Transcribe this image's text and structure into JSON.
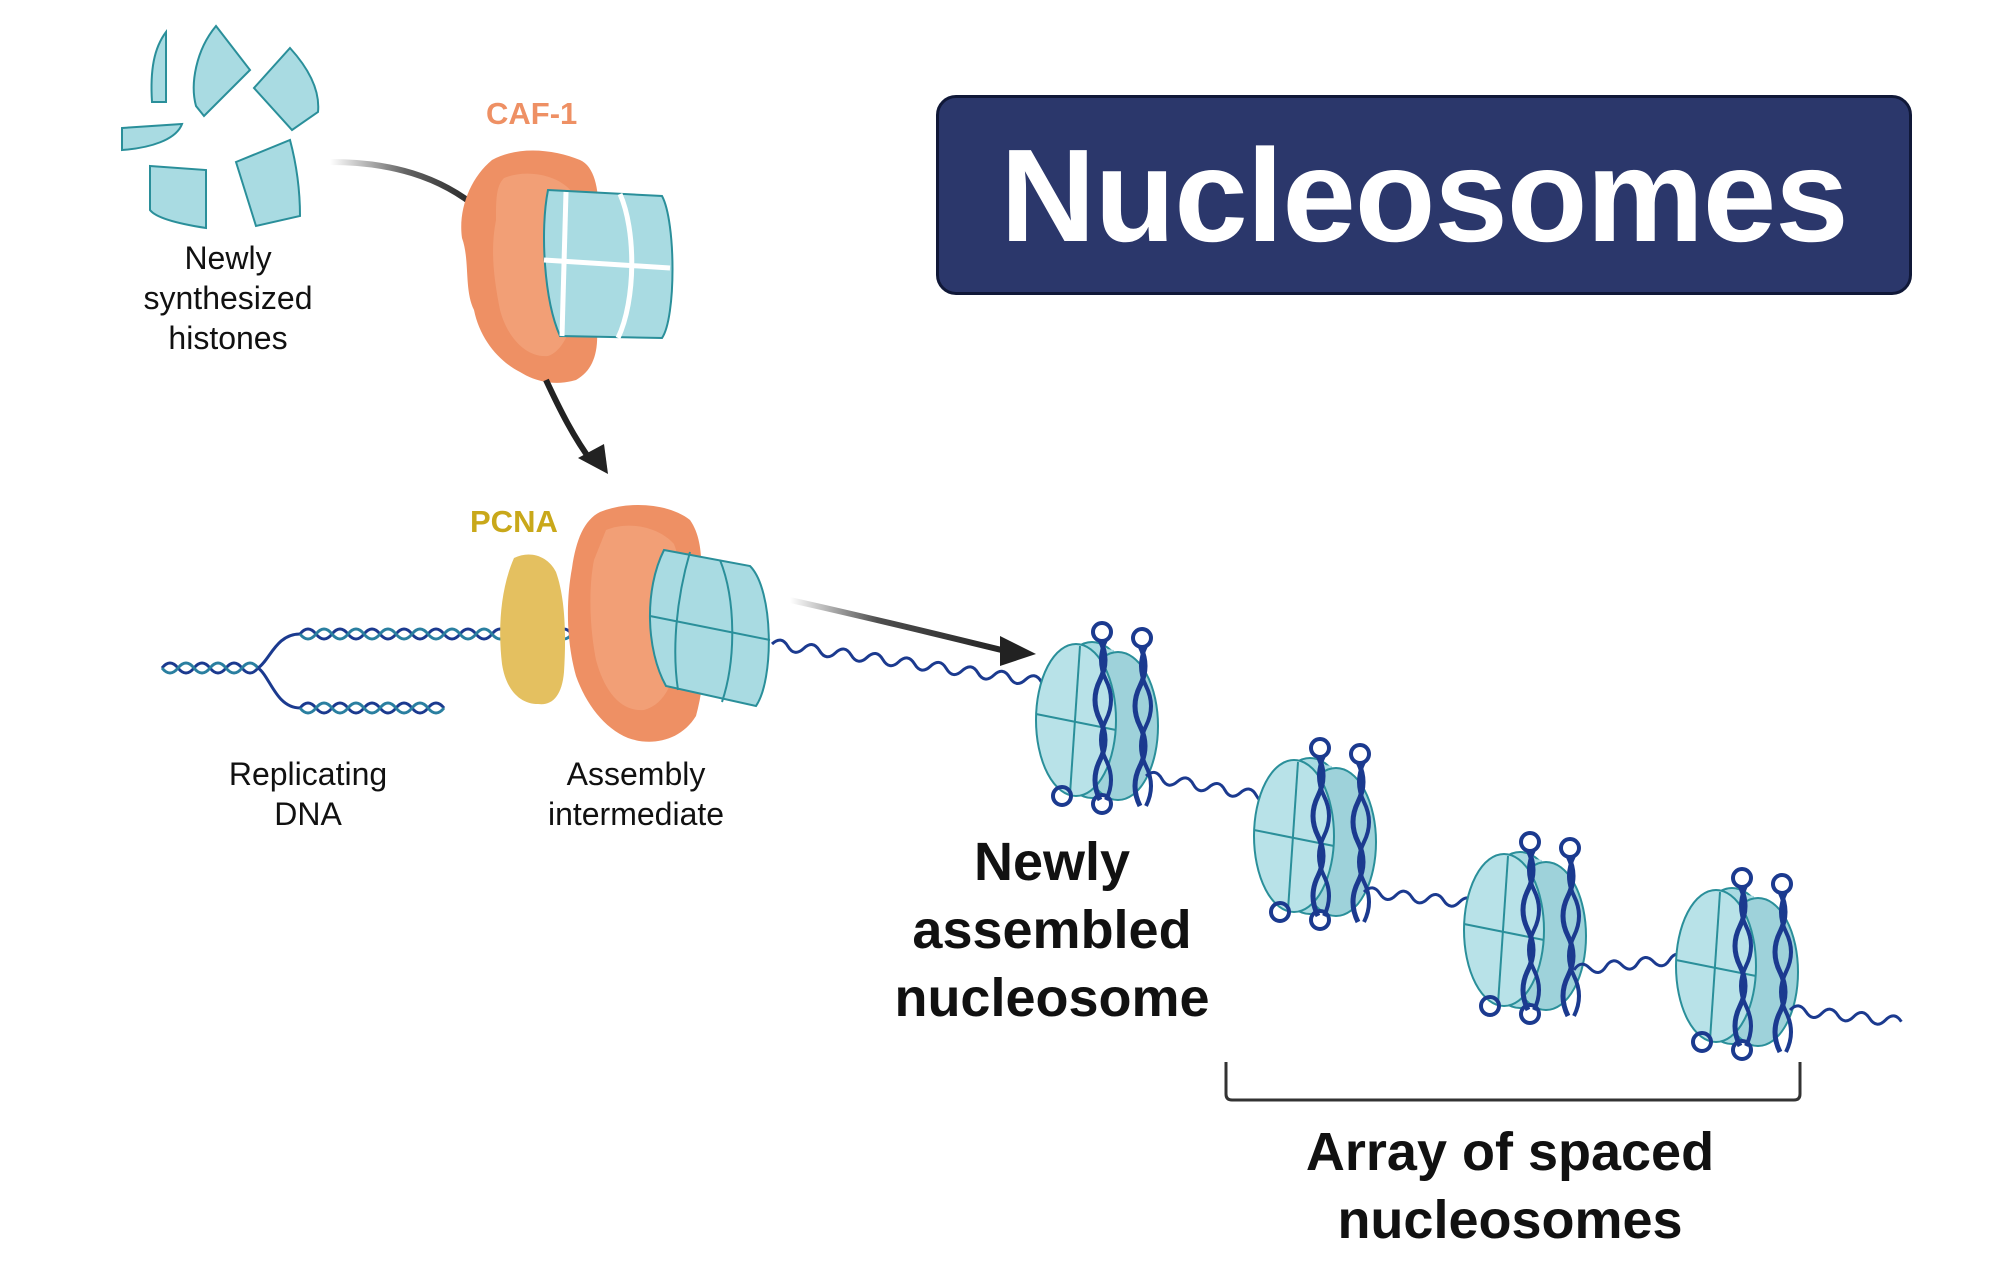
{
  "title": "Nucleosomes",
  "colors": {
    "title_bg": "#2b376b",
    "caf1": "#ee9064",
    "pcna": "#e4c060",
    "pcna_label": "#c9a81a",
    "histone": "#a9dbe2",
    "histone_edge": "#2a8f9a",
    "dna": "#1b3a8f",
    "arrow": "#222222"
  },
  "labels": {
    "histones": "Newly\nsynthesized\nhistones",
    "caf1": "CAF-1",
    "pcna": "PCNA",
    "replicating_dna": "Replicating\nDNA",
    "assembly": "Assembly\nintermediate",
    "newly_assembled": "Newly\nassembled\nnucleosome",
    "array": "Array of spaced\nnucleosomes"
  },
  "array_nucleosome_count": 3
}
